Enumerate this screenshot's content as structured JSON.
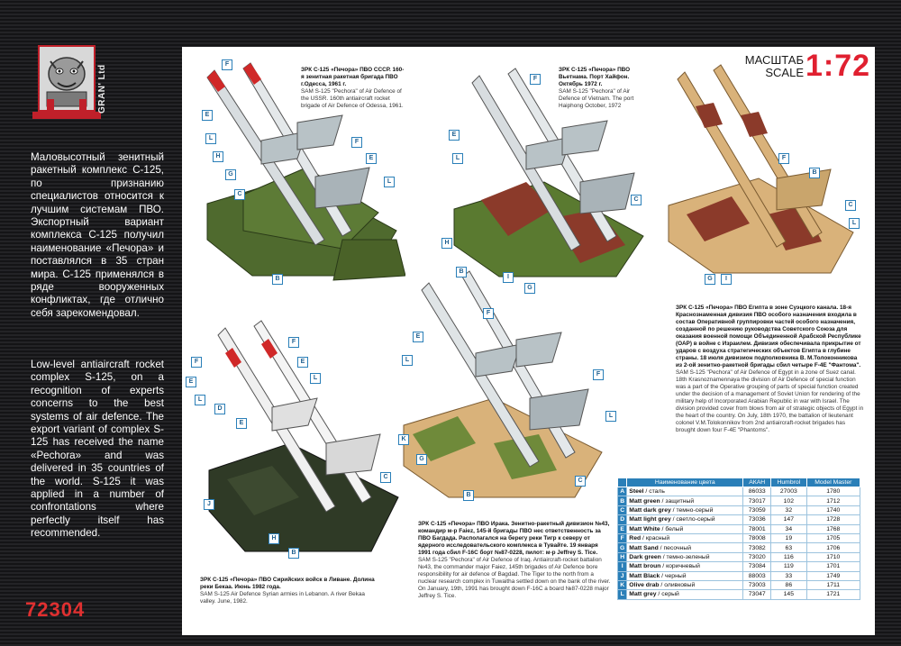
{
  "brand": {
    "logo_text": "GRAN' Ltd",
    "kit_number": "72304"
  },
  "description": {
    "ru": "Маловысотный зенитный ракетный комплекс С-125, по признанию специалистов относится к лучшим системам ПВО. Экспортный вариант комплекса С-125 получил наименование «Печора» и поставлялся в 35 стран мира. С-125 применялся в ряде вооруженных конфликтах, где отлично себя зарекомендовал.",
    "en": "Low-level antiaircraft rocket complex S-125, on a recognition of experts concerns to the best systems of air defence. The export variant of complex S-125 has received the name «Pechora» and was delivered in 35 countries of the world. S-125 it was applied in a number of confrontations where perfectly itself has recommended."
  },
  "scale": {
    "label_ru": "МАСШТАБ",
    "label_en": "SCALE",
    "value": "1:72"
  },
  "captions": {
    "odessa": {
      "ru": "ЗРК С-125 «Печора» ПВО СССР. 160-я зенитная ракетная бригада ПВО г.Одесса, 1961 г.",
      "en": "SAM S-125 \"Pechora\" of Air Defence of the USSR. 160th antiaircraft rocket brigade of Air Defence of Odessa, 1961."
    },
    "vietnam": {
      "ru": "ЗРК С-125 «Печора» ПВО Вьетнама. Порт Хайфон. Октябрь 1972 г.",
      "en": "SAM S-125 \"Pechora\" of Air Defence of Vietnam. The port Haiphong October, 1972"
    },
    "egypt": {
      "ru": "ЗРК С-125 «Печора» ПВО Египта в зоне Суэцкого канала. 18-я Краснознаменная дивизия ПВО особого назначения входила в состав Оперативной группировки частей особого назначения, созданной по решению руководства Советского Союза для оказания военной помощи Объединенной Арабской Республике (ОАР) в войне с Израилем. Дивизия обеспечивала прикрытие от ударов с воздуха стратегических объектов Египта в глубине страны. 18 июля дивизион подполковника В. М.Толоконникова из 2-ой зенитно-ракетной бригады сбил четыре F-4E \"Фантома\".",
      "en": "SAM S-125 \"Pechora\" of Air Defence of Egypt in a zone of Suez canal. 18th Krasnoznamennaya the division of Air Defence of special function was a part of the Operative grouping of parts of special function created under the decision of a management of Soviet Union for rendering of the military help of Incorporated Arabian Republic in war with Israel. The division provided cover from blows from air of strategic objects of Egypt in the heart of the country. On July, 18th 1970, the battalion of lieutenant colonel V.M.Tolokonnikov from 2nd antiaircraft-rocket brigades has brought down four F-4E \"Phantoms\"."
    },
    "iraq": {
      "ru": "ЗРК С-125 «Печора» ПВО Ирака. Зенитно-ракетный дивизион №43, командир м-р Faiez, 145-й бригады ПВО нес ответственность за ПВО Багдада. Располагался на берегу реки Тигр к северу от ядерного исследовательского комплекса в Тувайте. 19 января 1991 года сбил F-16C борт №87-0228, пилот: м-р Jeffrey S. Tice.",
      "en": "SAM S-125 \"Pechora\" of Air Defence of Iraq. Antiaircraft-rocket battalion №43, the commander major Faiez, 145th brigades of Air Defence bore responsibility for air defence of Bagdad. The Tiger to the north from a nuclear research complex in Tuwaitha settled down on the bank of the river. On January, 19th, 1991 has brought down F-16C a board №87-0228 major Jeffrey S. Tice."
    },
    "lebanon": {
      "ru": "ЗРК С-125 «Печора» ПВО Сирийских войск в Ливане. Долина реки Бекаа. Июнь 1982 года.",
      "en": "SAM S-125 Air Defence Syrian armies in Lebanon. A river Bekaa valley. June, 1982."
    }
  },
  "paint_table": {
    "headers": [
      "",
      "Наименование цвета",
      "АКАН",
      "Humbrol",
      "Model Master"
    ],
    "rows": [
      {
        "letter": "A",
        "name_en": "Steel",
        "name_ru": "сталь",
        "akan": "86033",
        "humbrol": "27003",
        "mm": "1780"
      },
      {
        "letter": "B",
        "name_en": "Matt green",
        "name_ru": "защитный",
        "akan": "73017",
        "humbrol": "102",
        "mm": "1712"
      },
      {
        "letter": "C",
        "name_en": "Matt dark grey",
        "name_ru": "темно-серый",
        "akan": "73059",
        "humbrol": "32",
        "mm": "1740"
      },
      {
        "letter": "D",
        "name_en": "Matt light grey",
        "name_ru": "светло-серый",
        "akan": "73036",
        "humbrol": "147",
        "mm": "1728"
      },
      {
        "letter": "E",
        "name_en": "Matt White",
        "name_ru": "белый",
        "akan": "78001",
        "humbrol": "34",
        "mm": "1768"
      },
      {
        "letter": "F",
        "name_en": "Red",
        "name_ru": "красный",
        "akan": "78008",
        "humbrol": "19",
        "mm": "1705"
      },
      {
        "letter": "G",
        "name_en": "Matt Sand",
        "name_ru": "песочный",
        "akan": "73082",
        "humbrol": "63",
        "mm": "1706"
      },
      {
        "letter": "H",
        "name_en": "Dark green",
        "name_ru": "темно-зеленый",
        "akan": "73020",
        "humbrol": "116",
        "mm": "1710"
      },
      {
        "letter": "I",
        "name_en": "Matt broun",
        "name_ru": "коричневый",
        "akan": "73084",
        "humbrol": "119",
        "mm": "1701"
      },
      {
        "letter": "J",
        "name_en": "Matt Black",
        "name_ru": "черный",
        "akan": "88003",
        "humbrol": "33",
        "mm": "1749"
      },
      {
        "letter": "K",
        "name_en": "Olive drab",
        "name_ru": "оливковый",
        "akan": "73003",
        "humbrol": "86",
        "mm": "1711"
      },
      {
        "letter": "L",
        "name_en": "Matt grey",
        "name_ru": "серый",
        "akan": "73047",
        "humbrol": "145",
        "mm": "1721"
      }
    ]
  },
  "callouts": {
    "v1": [
      "F",
      "E",
      "L",
      "F",
      "E",
      "H",
      "G",
      "L",
      "C",
      "B"
    ],
    "v2": [
      "F",
      "E",
      "L",
      "C",
      "H",
      "B",
      "I",
      "G"
    ],
    "v3": [
      "F",
      "B",
      "G",
      "I",
      "C",
      "L"
    ],
    "v4": [
      "F",
      "E",
      "L",
      "F",
      "K",
      "L",
      "G",
      "C",
      "B"
    ],
    "v5": [
      "F",
      "E",
      "L",
      "F",
      "E",
      "L",
      "D",
      "E",
      "J",
      "H",
      "C",
      "B"
    ]
  },
  "colors": {
    "accent_red": "#c0202a",
    "table_blue": "#2a7fb8",
    "green_camo": "#4f6a2e",
    "sand": "#d9b27a",
    "brown": "#8b3a2a",
    "dark_green": "#2f3a26",
    "light_grey": "#b8c2c6"
  }
}
